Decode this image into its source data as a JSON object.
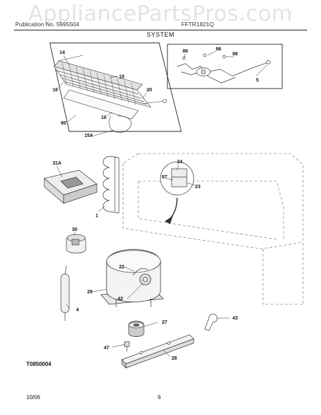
{
  "watermark": "AppliancePartsPros.com",
  "header": {
    "left_text": "Publication No. 5995504",
    "right_text": "FFTR1821Q",
    "section_title": "SYSTEM"
  },
  "callouts": {
    "c14": "14",
    "c15": "15",
    "c16a": "16",
    "c16b": "16",
    "c20": "20",
    "c60": "60",
    "c15A": "15A",
    "c86a": "86",
    "c86b": "86",
    "c86c": "86",
    "c5": "5",
    "c31A": "31A",
    "c1": "1",
    "c24": "24",
    "c87": "87",
    "c23": "23",
    "c30": "30",
    "c22": "22",
    "c29": "29",
    "c42": "42",
    "c4": "4",
    "c27": "27",
    "c43": "43",
    "c47": "47",
    "c28": "28"
  },
  "footer": {
    "doc_id": "T0850004",
    "date": "10/06",
    "page_number": "6"
  }
}
